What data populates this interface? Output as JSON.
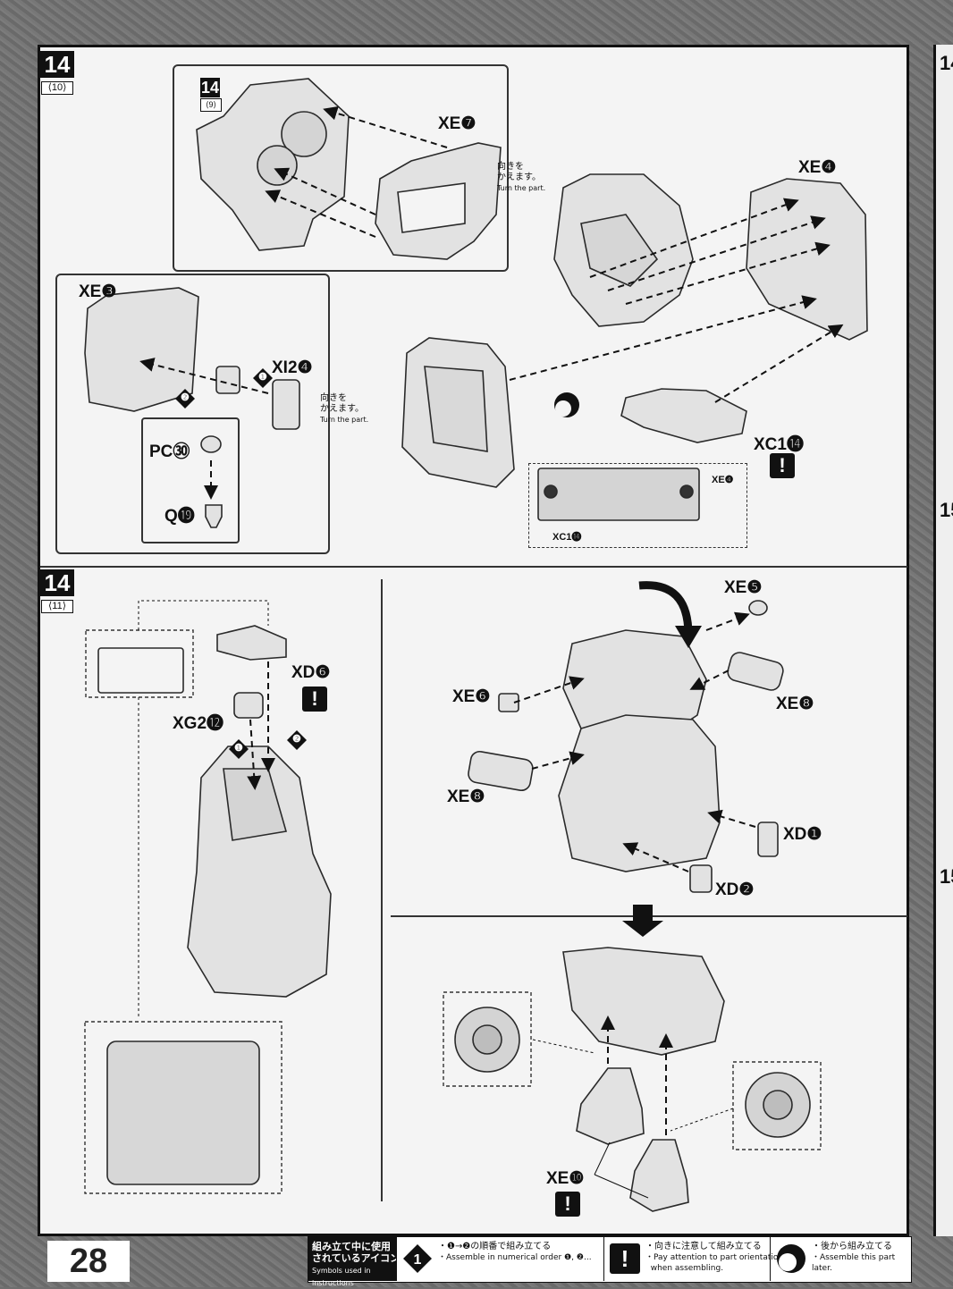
{
  "page_number": "28",
  "next_page_edge": {
    "marks": [
      "14",
      "15",
      "15"
    ]
  },
  "step_10": {
    "step": "14",
    "sub": "⟨10⟩",
    "inset_ref_step": "14",
    "inset_ref_sub": "⟨9⟩",
    "labels": {
      "xe7": "XE❼",
      "xe4": "XE❹",
      "xe3": "XE❸",
      "xi24": "XI2❹",
      "pc30": "PC㉚",
      "q19": "Q⓳",
      "xc114": "XC1⓮",
      "detail_xe4": "XE❹",
      "detail_xc114": "XC1⓮",
      "num1": "❶",
      "num2": "❷"
    },
    "note_turn_1": {
      "jp": "向きを\nかえます。",
      "en": "Turn the part."
    },
    "note_turn_2": {
      "jp": "向きを\nかえます。",
      "en": "Turn the part."
    }
  },
  "step_11": {
    "step": "14",
    "sub": "⟨11⟩",
    "labels": {
      "xd6": "XD❻",
      "xg212": "XG2⓬",
      "xe5": "XE❺",
      "xe6": "XE❻",
      "xe8_right": "XE❽",
      "xe8_left": "XE❽",
      "xd1": "XD❶",
      "xd2": "XD❷",
      "xe10": "XE❿",
      "num1": "❶",
      "num2": "❷"
    }
  },
  "legend": {
    "title_jp": "組み立て中に使用\nされているアイコン",
    "title_en": "Symbols used in instructions",
    "items": [
      {
        "icon": "numbered-order-icon",
        "jp": "・❶→❷の順番で組み立てる",
        "en": "・Assemble in numerical order ❶, ❷..."
      },
      {
        "icon": "exclamation-icon",
        "jp": "・向きに注意して組み立てる",
        "en": "・Pay attention to part orientation\n  when assembling."
      },
      {
        "icon": "later-assembly-icon",
        "jp": "・後から組み立てる",
        "en": "・Assemble this part later."
      }
    ]
  },
  "colors": {
    "ink": "#111111",
    "paper": "#f4f4f4",
    "part_fill": "#e2e2e2",
    "part_stroke": "#2a2a2a",
    "frame": "#6f6f6f"
  }
}
